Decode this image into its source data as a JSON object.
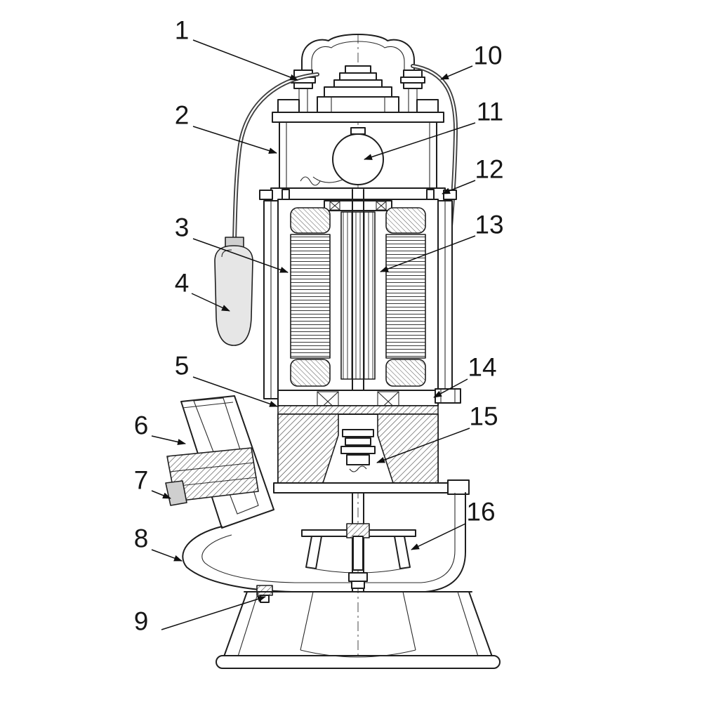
{
  "colors": {
    "ink": "#1c1c1c",
    "paper": "#ffffff",
    "shade": "#d9d9d9"
  },
  "diagram": {
    "type": "submersible-pump-cutaway",
    "callouts": [
      {
        "label": "1"
      },
      {
        "label": "2"
      },
      {
        "label": "3"
      },
      {
        "label": "4"
      },
      {
        "label": "5"
      },
      {
        "label": "6"
      },
      {
        "label": "7"
      },
      {
        "label": "8"
      },
      {
        "label": "9"
      },
      {
        "label": "10"
      },
      {
        "label": "11"
      },
      {
        "label": "12"
      },
      {
        "label": "13"
      },
      {
        "label": "14"
      },
      {
        "label": "15"
      },
      {
        "label": "16"
      }
    ]
  }
}
